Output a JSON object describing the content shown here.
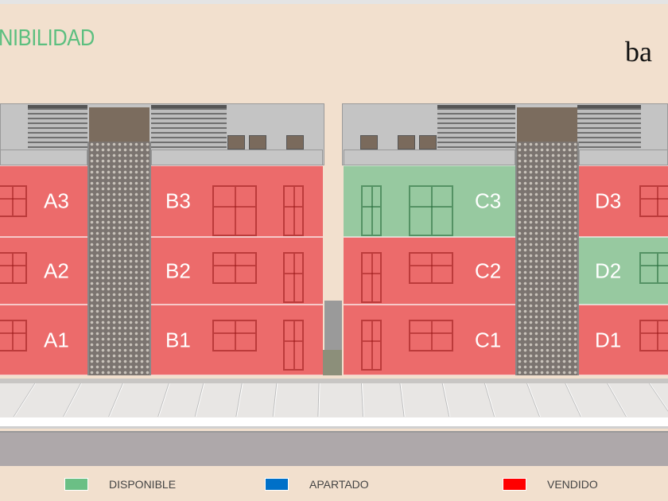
{
  "title": "NIBILIDAD",
  "logo": "ba",
  "colors": {
    "accent": "#5cbf7f",
    "disponible": "#6bbf85",
    "apartado": "#0070c8",
    "vendido": "#ff0000",
    "overlay_vendido": "#ec6b6b",
    "overlay_disponible": "#97c9a0"
  },
  "units": [
    {
      "id": "A3",
      "status": "vendido"
    },
    {
      "id": "A2",
      "status": "vendido"
    },
    {
      "id": "A1",
      "status": "vendido"
    },
    {
      "id": "B3",
      "status": "vendido"
    },
    {
      "id": "B2",
      "status": "vendido"
    },
    {
      "id": "B1",
      "status": "vendido"
    },
    {
      "id": "C3",
      "status": "disponible"
    },
    {
      "id": "C2",
      "status": "vendido"
    },
    {
      "id": "C1",
      "status": "vendido"
    },
    {
      "id": "D3",
      "status": "vendido"
    },
    {
      "id": "D2",
      "status": "disponible"
    },
    {
      "id": "D1",
      "status": "vendido"
    }
  ],
  "legend": [
    {
      "label": "DISPONIBLE",
      "color": "#6bbf85"
    },
    {
      "label": "APARTADO",
      "color": "#0070c8"
    },
    {
      "label": "VENDIDO",
      "color": "#ff0000"
    }
  ]
}
